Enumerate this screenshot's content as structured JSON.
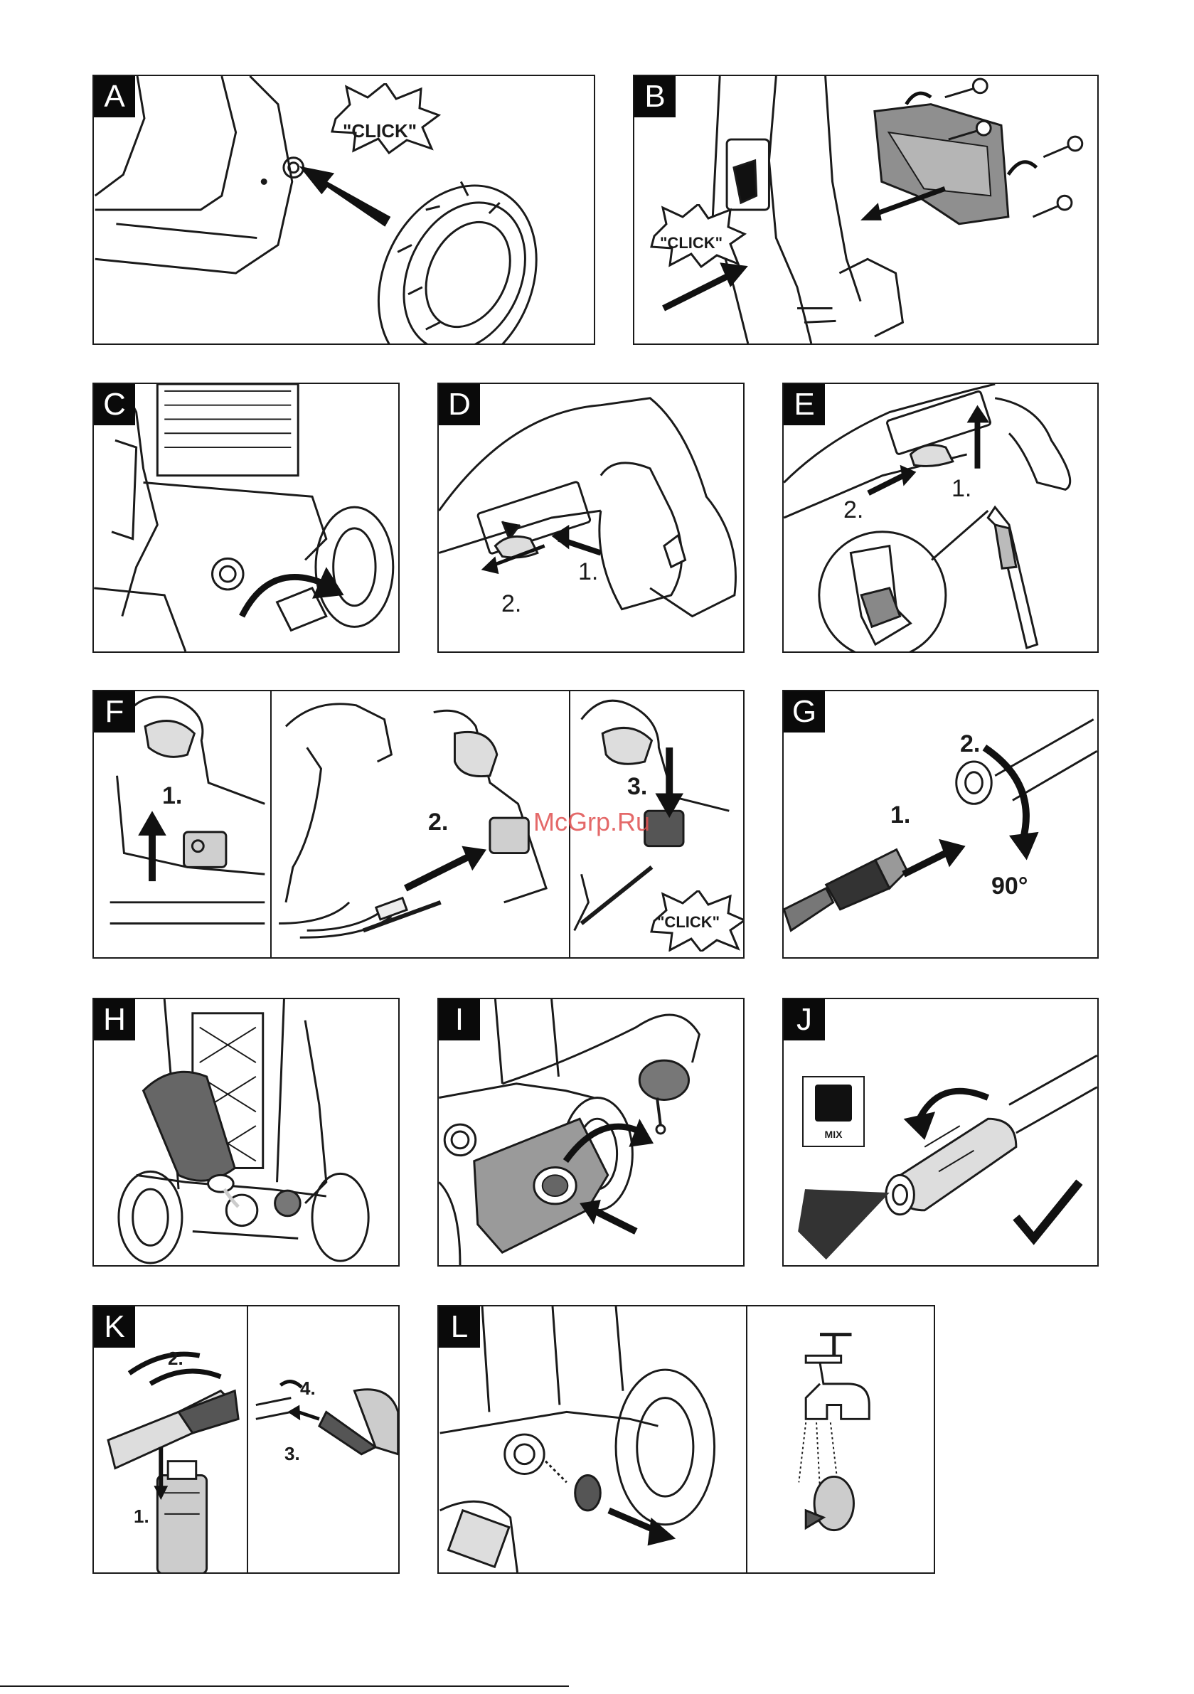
{
  "panels": {
    "a": {
      "letter": "A",
      "click": "\"CLICK\""
    },
    "b": {
      "letter": "B",
      "click": "\"CLICK\""
    },
    "c": {
      "letter": "C"
    },
    "d": {
      "letter": "D",
      "step1": "1.",
      "step2": "2."
    },
    "e": {
      "letter": "E",
      "step1": "1.",
      "step2": "2."
    },
    "f": {
      "letter": "F",
      "step1": "1.",
      "step2": "2.",
      "step3": "3.",
      "click": "\"CLICK\""
    },
    "g": {
      "letter": "G",
      "step1": "1.",
      "step2": "2.",
      "angle": "90°"
    },
    "h": {
      "letter": "H"
    },
    "i": {
      "letter": "I"
    },
    "j": {
      "letter": "J",
      "icon_label": "MIX"
    },
    "k": {
      "letter": "K",
      "step1": "1.",
      "step2": "2.",
      "step3": "3.",
      "step4": "4."
    },
    "l": {
      "letter": "L"
    }
  },
  "watermark": "McGrp.Ru",
  "colors": {
    "ink": "#1a1a1a",
    "grey_part": "#9a9a9a",
    "watermark": "#e05050"
  }
}
